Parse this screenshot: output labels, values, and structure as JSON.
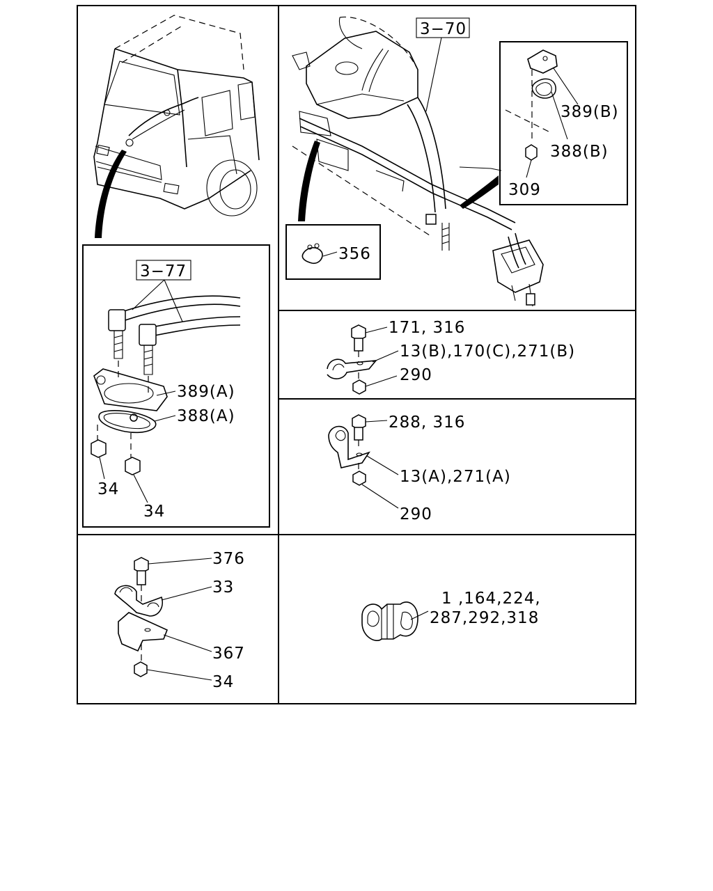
{
  "panels": {
    "cab": {},
    "detail_3_77": {
      "ref": "3−77",
      "callouts": [
        "389(A)",
        "388(A)",
        "34",
        "34"
      ]
    },
    "detail_3_70": {
      "ref": "3−70",
      "inset_callouts": [
        "389(B)",
        "388(B)",
        "309"
      ],
      "sub_callouts": [
        "356"
      ]
    },
    "clip_b": {
      "callouts": [
        "171, 316",
        "13(B),170(C),271(B)",
        "290"
      ]
    },
    "clip_a": {
      "callouts": [
        "288, 316",
        "13(A),271(A)",
        "290"
      ]
    },
    "bracket": {
      "callouts": [
        "376",
        "33",
        "367",
        "34"
      ]
    },
    "double_clip": {
      "callouts": [
        "1  ,164,224,",
        "287,292,318"
      ]
    }
  }
}
